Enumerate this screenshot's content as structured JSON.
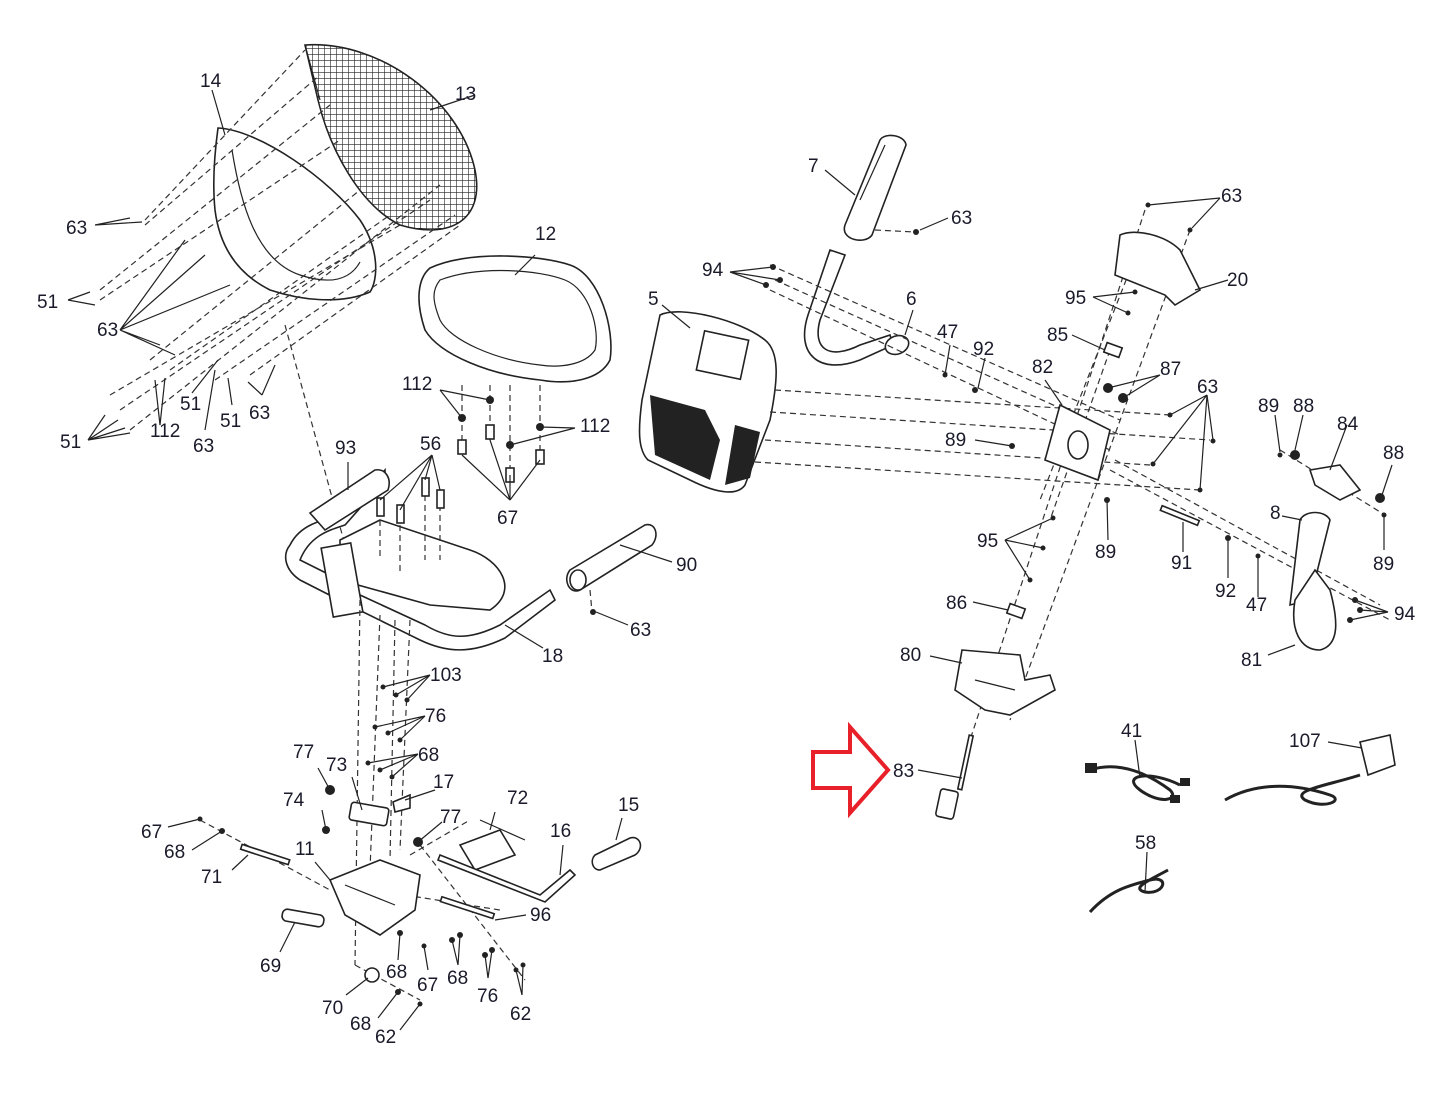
{
  "diagram": {
    "title": "Recumbent bike exploded parts diagram",
    "highlight": {
      "part": "83",
      "marker": "red-arrow",
      "color": "#e8202a"
    },
    "labels": [
      {
        "id": "l14",
        "text": "14"
      },
      {
        "id": "l13",
        "text": "13"
      },
      {
        "id": "l63a",
        "text": "63"
      },
      {
        "id": "l51a",
        "text": "51"
      },
      {
        "id": "l63b",
        "text": "63"
      },
      {
        "id": "l51b",
        "text": "51"
      },
      {
        "id": "l112a",
        "text": "112"
      },
      {
        "id": "l51c",
        "text": "51"
      },
      {
        "id": "l51d",
        "text": "51"
      },
      {
        "id": "l63c",
        "text": "63"
      },
      {
        "id": "l63d",
        "text": "63"
      },
      {
        "id": "l12",
        "text": "12"
      },
      {
        "id": "l112b",
        "text": "112"
      },
      {
        "id": "l112c",
        "text": "112"
      },
      {
        "id": "l93",
        "text": "93"
      },
      {
        "id": "l56",
        "text": "56"
      },
      {
        "id": "l67a",
        "text": "67"
      },
      {
        "id": "l90",
        "text": "90"
      },
      {
        "id": "l63e",
        "text": "63"
      },
      {
        "id": "l18",
        "text": "18"
      },
      {
        "id": "l103",
        "text": "103"
      },
      {
        "id": "l76a",
        "text": "76"
      },
      {
        "id": "l68a",
        "text": "68"
      },
      {
        "id": "l77a",
        "text": "77"
      },
      {
        "id": "l73",
        "text": "73"
      },
      {
        "id": "l17",
        "text": "17"
      },
      {
        "id": "l74",
        "text": "74"
      },
      {
        "id": "l77b",
        "text": "77"
      },
      {
        "id": "l72",
        "text": "72"
      },
      {
        "id": "l15",
        "text": "15"
      },
      {
        "id": "l16",
        "text": "16"
      },
      {
        "id": "l67b",
        "text": "67"
      },
      {
        "id": "l68b",
        "text": "68"
      },
      {
        "id": "l71",
        "text": "71"
      },
      {
        "id": "l11",
        "text": "11"
      },
      {
        "id": "l96",
        "text": "96"
      },
      {
        "id": "l69",
        "text": "69"
      },
      {
        "id": "l68c",
        "text": "68"
      },
      {
        "id": "l67c",
        "text": "67"
      },
      {
        "id": "l68d",
        "text": "68"
      },
      {
        "id": "l76b",
        "text": "76"
      },
      {
        "id": "l62a",
        "text": "62"
      },
      {
        "id": "l70",
        "text": "70"
      },
      {
        "id": "l68e",
        "text": "68"
      },
      {
        "id": "l62b",
        "text": "62"
      },
      {
        "id": "l7",
        "text": "7"
      },
      {
        "id": "l63f",
        "text": "63"
      },
      {
        "id": "l94a",
        "text": "94"
      },
      {
        "id": "l5",
        "text": "5"
      },
      {
        "id": "l6",
        "text": "6"
      },
      {
        "id": "l47a",
        "text": "47"
      },
      {
        "id": "l92a",
        "text": "92"
      },
      {
        "id": "l89a",
        "text": "89"
      },
      {
        "id": "l63g",
        "text": "63"
      },
      {
        "id": "l20",
        "text": "20"
      },
      {
        "id": "l95a",
        "text": "95"
      },
      {
        "id": "l85",
        "text": "85"
      },
      {
        "id": "l82",
        "text": "82"
      },
      {
        "id": "l87",
        "text": "87"
      },
      {
        "id": "l63h",
        "text": "63"
      },
      {
        "id": "l89b",
        "text": "89"
      },
      {
        "id": "l88a",
        "text": "88"
      },
      {
        "id": "l84",
        "text": "84"
      },
      {
        "id": "l88b",
        "text": "88"
      },
      {
        "id": "l8",
        "text": "8"
      },
      {
        "id": "l89c",
        "text": "89"
      },
      {
        "id": "l89d",
        "text": "89"
      },
      {
        "id": "l91",
        "text": "91"
      },
      {
        "id": "l95b",
        "text": "95"
      },
      {
        "id": "l92b",
        "text": "92"
      },
      {
        "id": "l47b",
        "text": "47"
      },
      {
        "id": "l94b",
        "text": "94"
      },
      {
        "id": "l86",
        "text": "86"
      },
      {
        "id": "l80",
        "text": "80"
      },
      {
        "id": "l81",
        "text": "81"
      },
      {
        "id": "l83",
        "text": "83"
      },
      {
        "id": "l41",
        "text": "41"
      },
      {
        "id": "l107",
        "text": "107"
      },
      {
        "id": "l58",
        "text": "58"
      }
    ]
  }
}
